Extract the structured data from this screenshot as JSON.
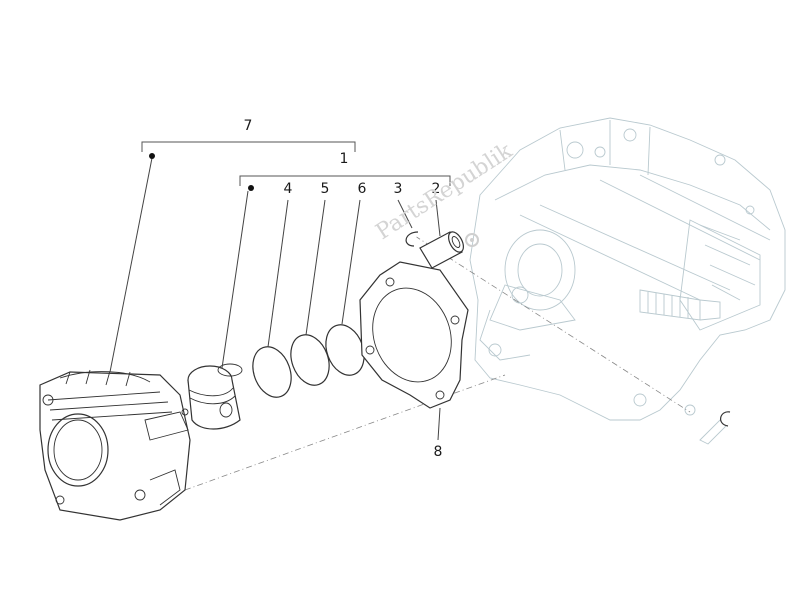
{
  "callouts": {
    "c7": "7",
    "c1": "1",
    "c4": "4",
    "c5": "5",
    "c6": "6",
    "c3": "3",
    "c2": "2",
    "c8": "8"
  },
  "watermark": {
    "text": "PartsRepublik"
  }
}
